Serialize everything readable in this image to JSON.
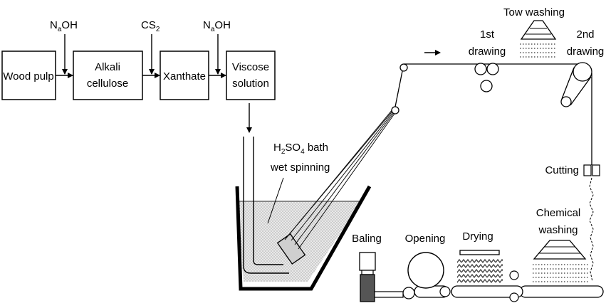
{
  "boxes": {
    "wood_pulp": "Wood pulp",
    "alkali_line1": "Alkali",
    "alkali_line2": "cellulose",
    "xanthate": "Xanthate",
    "viscose_line1": "Viscose",
    "viscose_line2": "solution"
  },
  "inputs": {
    "naoh_1_main": "N",
    "naoh_1_sub": "a",
    "naoh_1_rest": "OH",
    "cs2_main": "CS",
    "cs2_sub": "2",
    "naoh_2_main": "N",
    "naoh_2_sub": "a",
    "naoh_2_rest": "OH"
  },
  "bath": {
    "h": "H",
    "h_sub": "2",
    "so": "SO",
    "so_sub": "4",
    "bath_word": " bath",
    "line2": "wet spinning"
  },
  "stages": {
    "tow_washing": "Tow washing",
    "first_drawing_1": "1st",
    "first_drawing_2": "drawing",
    "second_drawing_1": "2nd",
    "second_drawing_2": "drawing",
    "cutting": "Cutting",
    "chemical_washing_1": "Chemical",
    "chemical_washing_2": "washing",
    "drying": "Drying",
    "opening": "Opening",
    "baling": "Baling"
  }
}
